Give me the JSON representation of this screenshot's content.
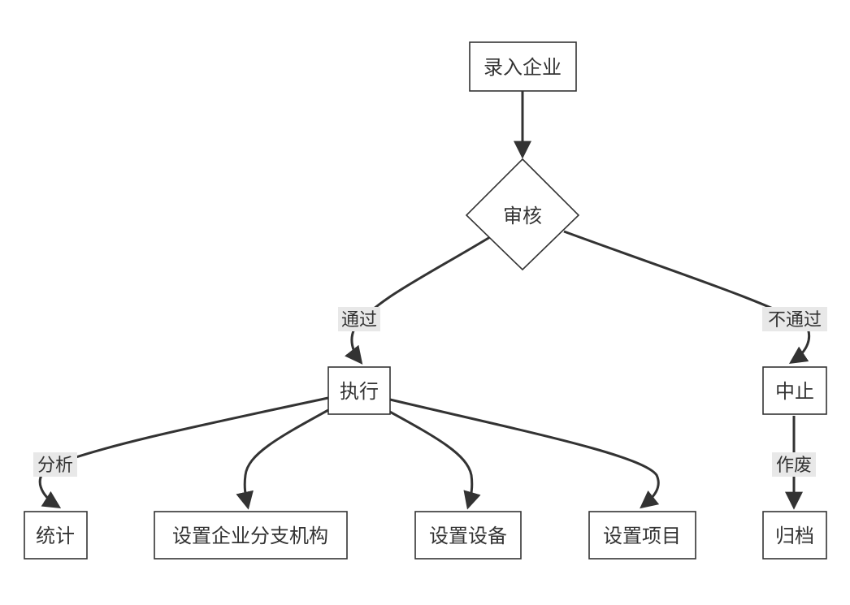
{
  "colors": {
    "line": "#333333",
    "node_fill": "#ffffff",
    "label_bg": "#e8e8e8",
    "text": "#333333"
  },
  "nodes": {
    "enter_company": "录入企业",
    "review": "审核",
    "execute": "执行",
    "stop": "中止",
    "statistics": "统计",
    "set_branch": "设置企业分支机构",
    "set_device": "设置设备",
    "set_project": "设置项目",
    "archive": "归档"
  },
  "edge_labels": {
    "pass": "通过",
    "fail": "不通过",
    "analyze": "分析",
    "void": "作废"
  }
}
